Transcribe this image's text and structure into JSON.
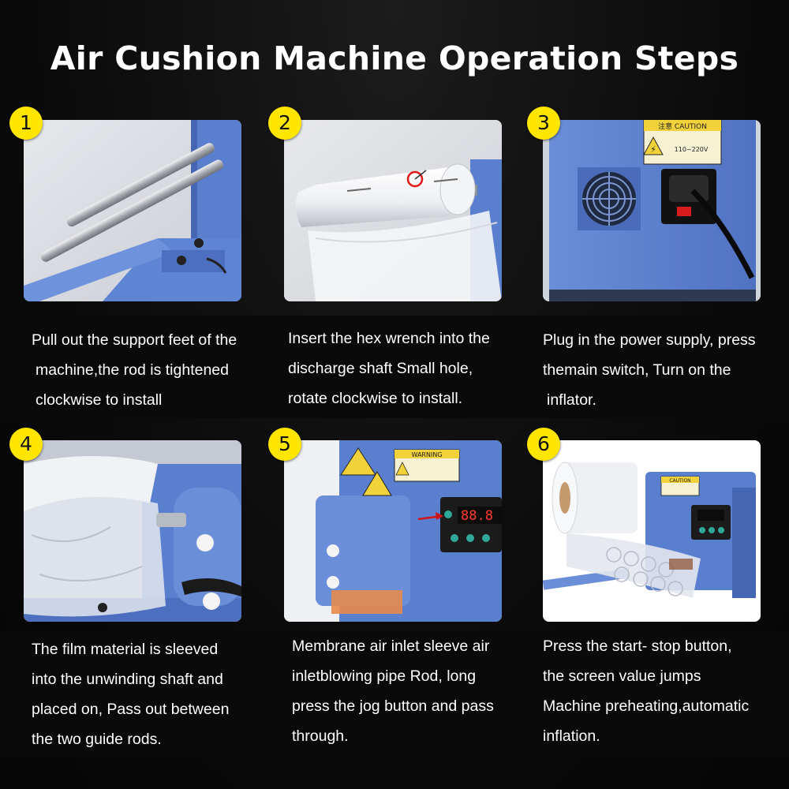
{
  "title": "Air Cushion Machine Operation Steps",
  "colors": {
    "badge": "#ffe600",
    "machine_blue": "#5b7fcf",
    "background": "#0b0b0b",
    "text": "#ffffff"
  },
  "steps": [
    {
      "number": "1",
      "lines": [
        "Pull out the support feet of the",
        "machine,the rod is tightened",
        "clockwise to install"
      ]
    },
    {
      "number": "2",
      "lines": [
        "Insert the hex wrench into the",
        "discharge shaft Small hole,",
        "rotate clockwise to install."
      ]
    },
    {
      "number": "3",
      "lines": [
        "Plug in the power supply, press",
        "themain switch, Turn on the",
        "inflator."
      ],
      "label_caution": "注意 CAUTION",
      "label_voltage": "110~220V"
    },
    {
      "number": "4",
      "lines": [
        "The film material is sleeved",
        "into the unwinding shaft and",
        "placed on, Pass out between",
        "the two guide rods."
      ]
    },
    {
      "number": "5",
      "lines": [
        "Membrane air inlet sleeve air",
        "inletblowing pipe Rod, long",
        "press the jog button and pass",
        "through."
      ],
      "label_warning": "WARNING",
      "display": "88.8"
    },
    {
      "number": "6",
      "lines": [
        "Press the start- stop button,",
        "the screen value jumps",
        "Machine preheating,automatic",
        "inflation."
      ],
      "label_caution": "CAUTION"
    }
  ]
}
